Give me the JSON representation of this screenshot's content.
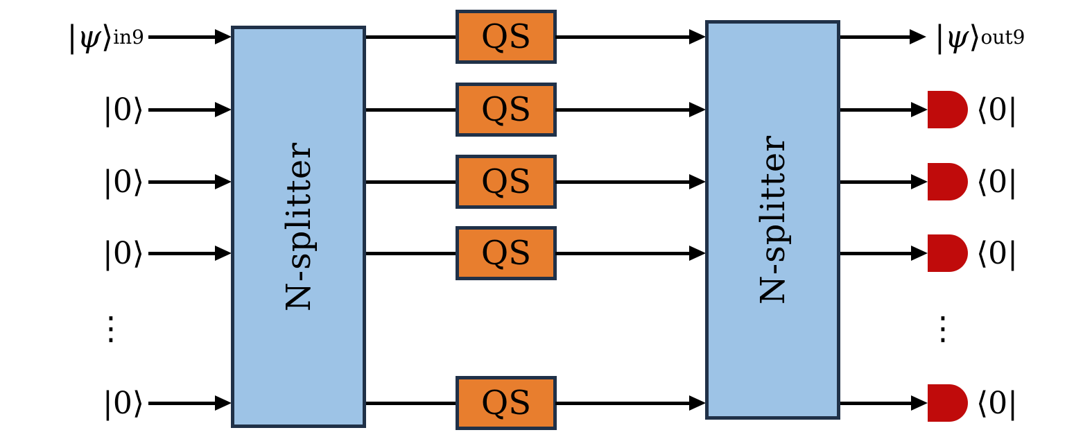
{
  "colors": {
    "splitter_fill": "#9dc3e6",
    "splitter_border": "#203148",
    "qs_fill": "#e87e2e",
    "qs_border": "#203148",
    "detector_fill": "#c00b0b",
    "wire": "#000000",
    "text": "#000000",
    "background": "#ffffff"
  },
  "splitters": {
    "left_label": "N-splitter",
    "right_label": "N-splitter"
  },
  "rows": [
    {
      "input": {
        "pre": "|",
        "psi": "ψ",
        "ket": "⟩",
        "sub": "in9"
      },
      "qs_label": "QS",
      "output": {
        "pre": "|",
        "psi": "ψ",
        "ket": "⟩",
        "sub": "out9"
      },
      "output_kind": "state-label"
    },
    {
      "input_ket": "|0⟩",
      "qs_label": "QS",
      "detector_label": "⟨0|",
      "output_kind": "detector"
    },
    {
      "input_ket": "|0⟩",
      "qs_label": "QS",
      "detector_label": "⟨0|",
      "output_kind": "detector"
    },
    {
      "input_ket": "|0⟩",
      "qs_label": "QS",
      "detector_label": "⟨0|",
      "output_kind": "detector"
    },
    {
      "input_dots": "⋮",
      "output_dots": "⋮",
      "output_kind": "dots"
    },
    {
      "input_ket": "|0⟩",
      "qs_label": "QS",
      "detector_label": "⟨0|",
      "output_kind": "detector"
    }
  ]
}
